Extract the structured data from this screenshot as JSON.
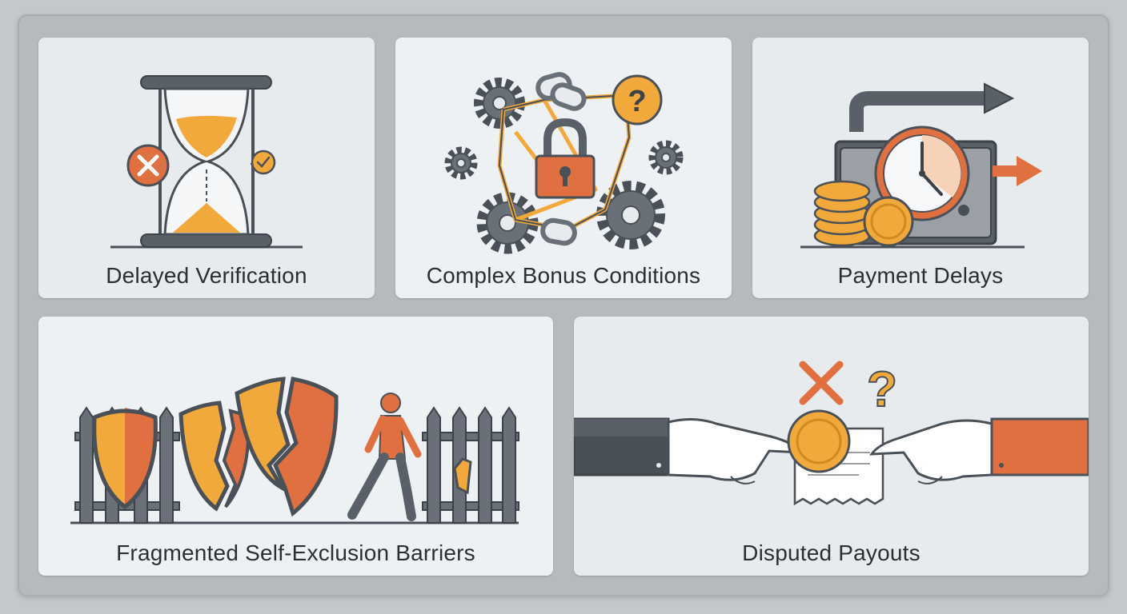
{
  "cards": [
    {
      "label": "Delayed Verification",
      "icon": "hourglass-icon"
    },
    {
      "label": "Complex Bonus Conditions",
      "icon": "locked-chain-gears-icon"
    },
    {
      "label": "Payment Delays",
      "icon": "clock-money-icon"
    },
    {
      "label": "Fragmented Self-Exclusion Barriers",
      "icon": "broken-shields-fence-icon"
    },
    {
      "label": "Disputed Payouts",
      "icon": "handshake-coin-icon"
    }
  ],
  "colors": {
    "orange": "#f2a93b",
    "red_orange": "#e07040",
    "dark": "#4a5058",
    "gray": "#8a9096",
    "card": "#e7ebee"
  }
}
